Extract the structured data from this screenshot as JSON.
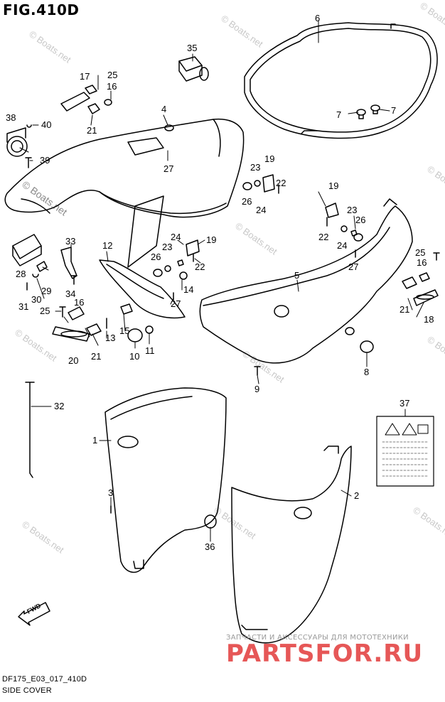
{
  "header": {
    "figure_code": "FIG.410D"
  },
  "footer": {
    "model_code": "DF175_E03_017_410D",
    "section_title": "SIDE COVER"
  },
  "watermarks": {
    "site": "© Boats.net"
  },
  "shop_banner": {
    "subtitle": "ЗАПЧАСТИ И АКСЕССУАРЫ ДЛЯ МОТОТЕХНИКИ",
    "brand": "PARTSFOR.RU"
  },
  "direction_marker": {
    "label": "FWD"
  },
  "label_sticker": {
    "part_ref": "37"
  },
  "callouts": {
    "n1": "1",
    "n2": "2",
    "n3": "3",
    "n4": "4",
    "n5": "5",
    "n6": "6",
    "n7a": "7",
    "n7b": "7",
    "n8": "8",
    "n9": "9",
    "n10": "10",
    "n11": "11",
    "n12": "12",
    "n13": "13",
    "n14": "14",
    "n15": "15",
    "n16a": "16",
    "n16b": "16",
    "n16c": "16",
    "n17": "17",
    "n18": "18",
    "n19a": "19",
    "n19b": "19",
    "n19c": "19",
    "n20": "20",
    "n21a": "21",
    "n21b": "21",
    "n21c": "21",
    "n22a": "22",
    "n22b": "22",
    "n22c": "22",
    "n23a": "23",
    "n23b": "23",
    "n23c": "23",
    "n24a": "24",
    "n24b": "24",
    "n24c": "24",
    "n25a": "25",
    "n25b": "25",
    "n25c": "25",
    "n26a": "26",
    "n26b": "26",
    "n26c": "26",
    "n27a": "27",
    "n27b": "27",
    "n27c": "27",
    "n28": "28",
    "n29": "29",
    "n30": "30",
    "n31": "31",
    "n32": "32",
    "n33": "33",
    "n34": "34",
    "n35": "35",
    "n36": "36",
    "n37": "37",
    "n38": "38",
    "n39": "39",
    "n40": "40"
  }
}
